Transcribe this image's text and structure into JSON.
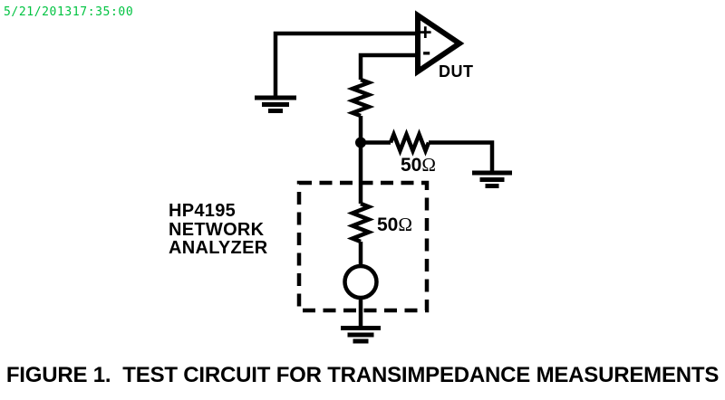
{
  "timestamp": "5/21/201317:35:00",
  "colors": {
    "timestamp_green": "#00C341",
    "ink": "#000000",
    "background": "#FFFFFF"
  },
  "circuit": {
    "dut": {
      "plus": "+",
      "minus": "-",
      "label": "DUT"
    },
    "output_resistor": {
      "value": "50",
      "unit": "Ω"
    },
    "source_resistor": {
      "value": "50",
      "unit": "Ω"
    },
    "analyzer_label": {
      "line1": "HP4195",
      "line2": "NETWORK",
      "line3": "ANALYZER"
    }
  },
  "caption": "FIGURE 1.  TEST CIRCUIT FOR TRANSIMPEDANCE MEASUREMENTS"
}
